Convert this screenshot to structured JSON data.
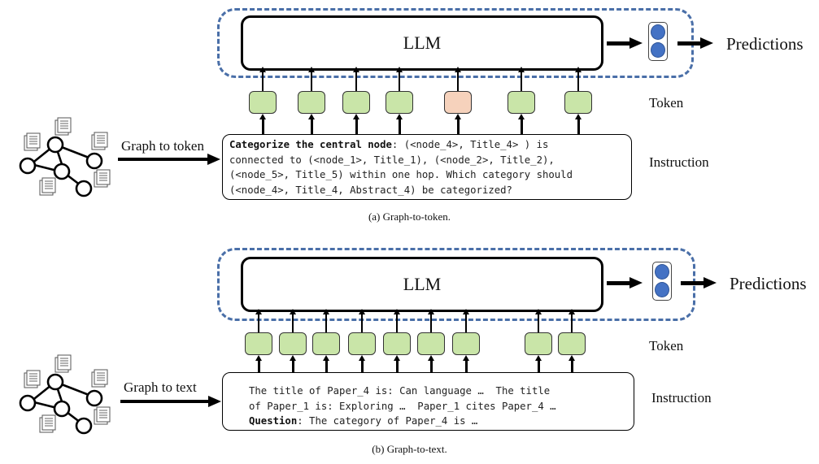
{
  "panel_a": {
    "llm_label": "LLM",
    "predictions_label": "Predictions",
    "token_row_label": "Token",
    "instruction_row_label": "Instruction",
    "conversion_label": "Graph to token",
    "tokens": [
      {
        "kind": "graph-token"
      },
      {
        "kind": "graph-token"
      },
      {
        "kind": "graph-token"
      },
      {
        "kind": "graph-token"
      },
      {
        "kind": "central-node-token"
      },
      {
        "kind": "graph-token"
      },
      {
        "kind": "graph-token"
      }
    ],
    "instruction": {
      "bold_prefix": "Categorize the central node",
      "line1_rest": ": (<node_4>, Title_4> ) is",
      "line2": "connected to (<node_1>, Title_1), (<node_2>, Title_2),",
      "line3": "(<node_5>, Title_5) within one hop. Which category should",
      "line4": "(<node_4>, Title_4, Abstract_4) be categorized?"
    },
    "caption": "(a) Graph-to-token."
  },
  "panel_b": {
    "llm_label": "LLM",
    "predictions_label": "Predictions",
    "token_row_label": "Token",
    "instruction_row_label": "Instruction",
    "conversion_label": "Graph to text",
    "tokens": [
      {
        "kind": "text-token"
      },
      {
        "kind": "text-token"
      },
      {
        "kind": "text-token"
      },
      {
        "kind": "text-token"
      },
      {
        "kind": "text-token"
      },
      {
        "kind": "text-token"
      },
      {
        "kind": "text-token"
      },
      {
        "kind": "text-token"
      },
      {
        "kind": "text-token"
      }
    ],
    "instruction": {
      "line1": "The title of Paper_4 is: Can language …  The title",
      "line2": "of Paper_1 is: Exploring …  Paper_1 cites Paper_4 …",
      "bold_prefix": "Question",
      "line3_rest": ": The category of Paper_4 is …"
    },
    "caption": "(b) Graph-to-text."
  },
  "colors": {
    "dashed_frame": "#4a6fa8",
    "token_fill": "#c9e5a8",
    "special_token_fill": "#f6d2bc",
    "output_dot": "#4472c4"
  }
}
